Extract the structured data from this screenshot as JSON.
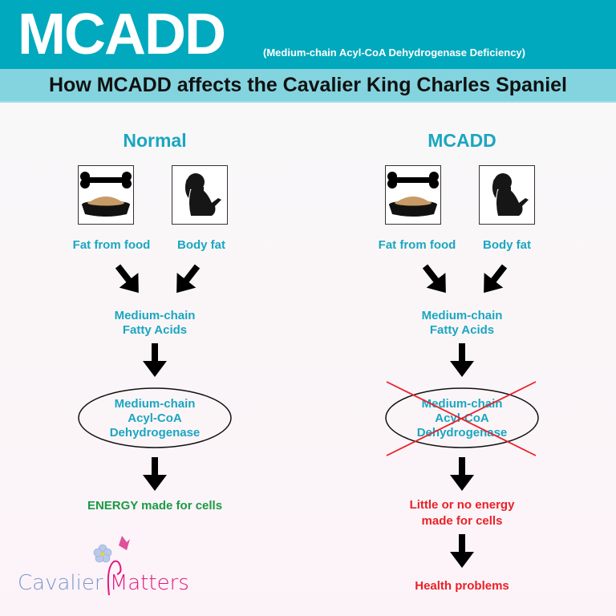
{
  "header": {
    "title": "MCADD",
    "subtitle": "(Medium-chain Acyl-CoA Dehydrogenase Deficiency)",
    "banner": "How MCADD affects the Cavalier King Charles Spaniel"
  },
  "normal": {
    "heading": "Normal",
    "source1": "Fat from food",
    "source2": "Body fat",
    "acids": [
      "Medium-chain",
      "Fatty Acids"
    ],
    "enzyme": [
      "Medium-chain",
      "Acyl-CoA",
      "Dehydrogenase"
    ],
    "result": "ENERGY made for cells"
  },
  "mcadd": {
    "heading": "MCADD",
    "source1": "Fat from food",
    "source2": "Body fat",
    "acids": [
      "Medium-chain",
      "Fatty Acids"
    ],
    "enzyme": [
      "Medium-chain",
      "Acyl-CoA",
      "Dehydrogenase"
    ],
    "result": [
      "Little or no energy",
      "made for cells"
    ],
    "outcome": "Health problems"
  },
  "logo": {
    "text1": "Cavalier ",
    "text2": "Matters"
  },
  "colors": {
    "header": "#00a9bd",
    "banner": "#83d4df",
    "teal_text": "#1aa6c0",
    "red": "#ea2127",
    "green": "#1a9a45"
  },
  "icons": [
    "bone-and-bowl-icon",
    "dog-silhouette-icon",
    "arrow-icon",
    "red-cross-icon"
  ]
}
